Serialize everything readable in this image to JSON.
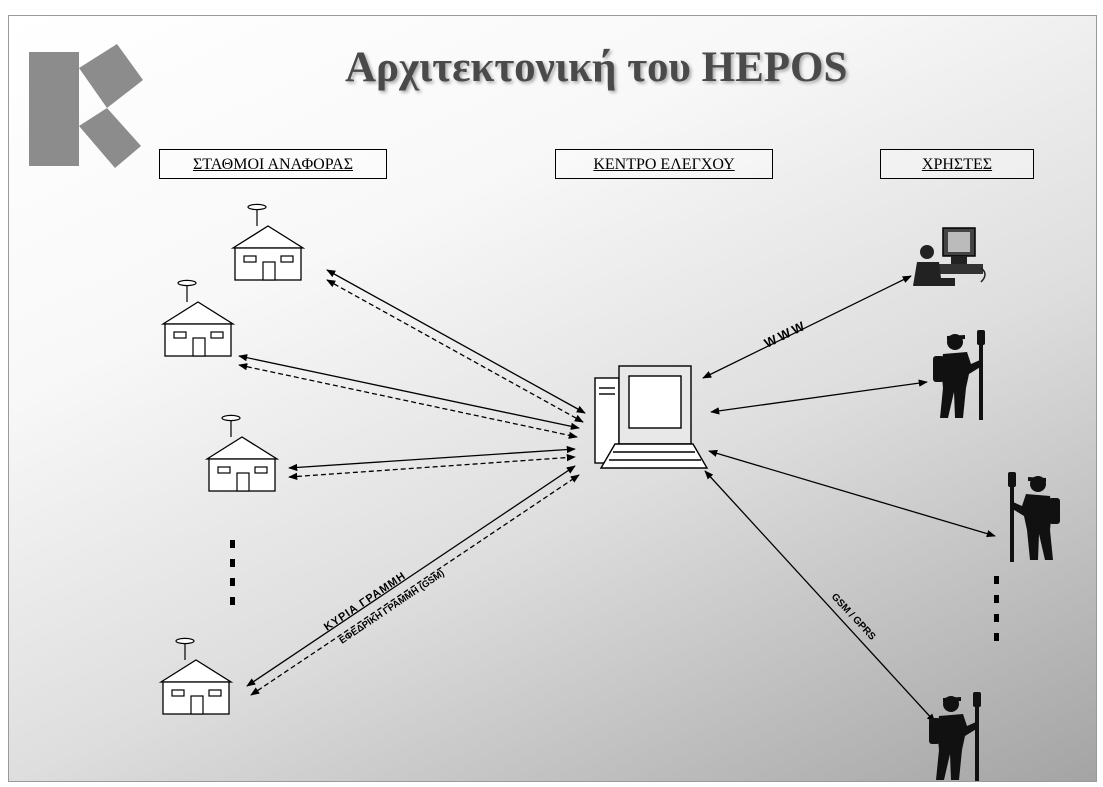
{
  "title": "Αρχιτεκτονική του HEPOS",
  "headers": {
    "stations": "ΣΤΑΘΜΟΙ ΑΝΑΦΟΡΑΣ",
    "control": "ΚΕΝΤΡΟ ΕΛΕΓΧΟΥ",
    "users": "ΧΡΗΣΤΕΣ"
  },
  "annotations": {
    "main_line": "ΚΥΡΙΑ ΓΡΑΜΜΗ",
    "backup_line": "ΕΦΕΔΡΙΚΗ ΓΡΑΜΜΗ (GSM)",
    "www": "WWW",
    "gsm": "GSM / GPRS"
  },
  "colors": {
    "logo": "#8c8c8c",
    "title": "#4a4a4a"
  }
}
